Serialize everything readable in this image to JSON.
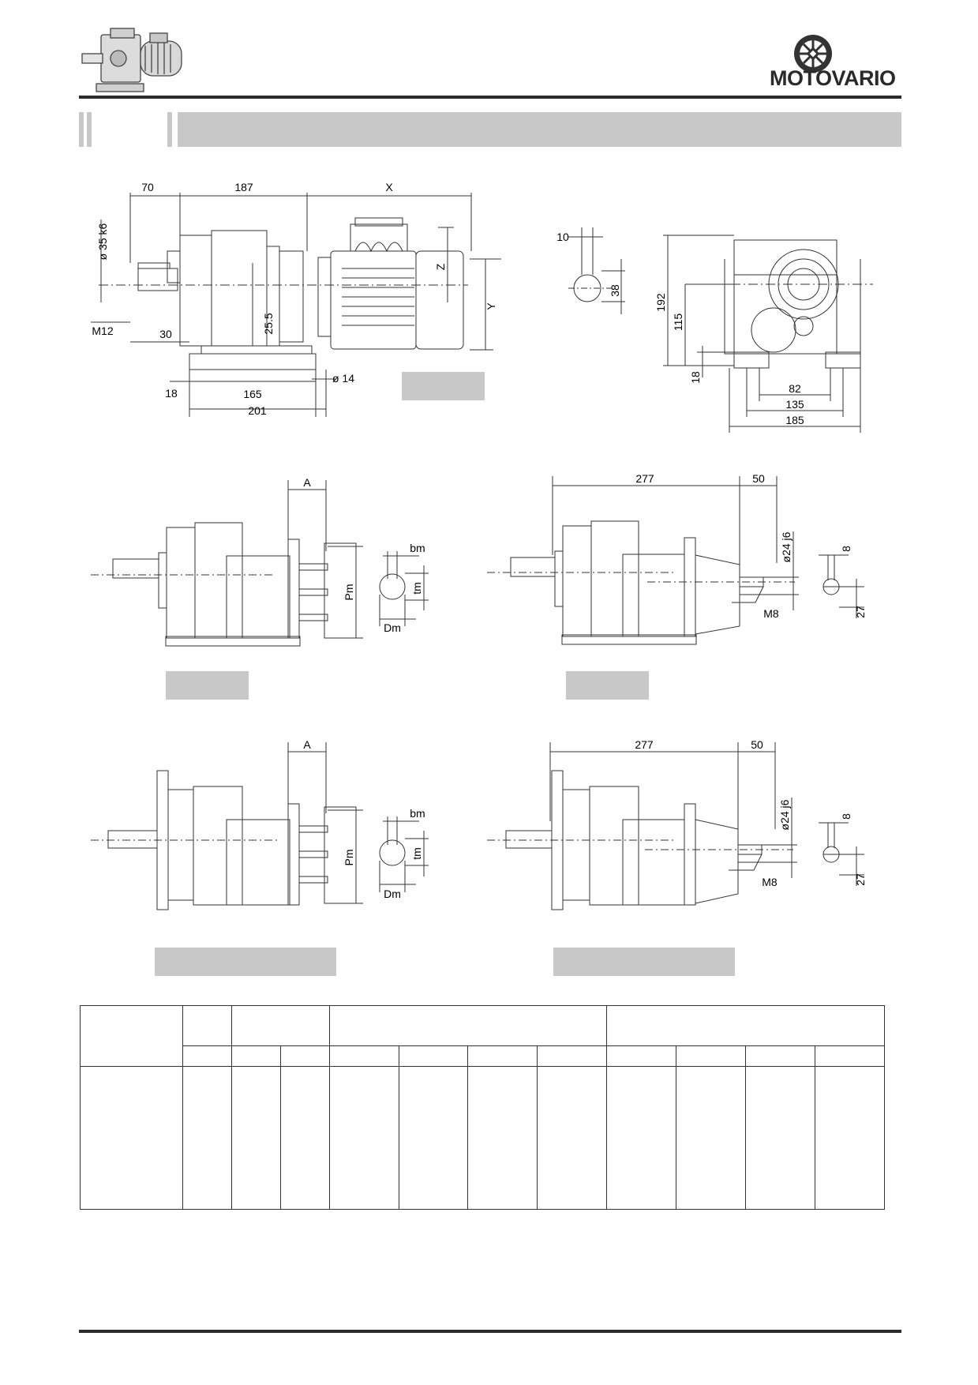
{
  "brand": {
    "name": "MOTOVARIO"
  },
  "drawing1": {
    "dims": {
      "d70": "70",
      "d187": "187",
      "dX": "X",
      "dZ": "Z",
      "dY": "Y",
      "d35k6": "ø 35 k6",
      "dM12": "M12",
      "d30": "30",
      "d25_5": "25.5",
      "d14": "ø 14",
      "d18": "18",
      "d165": "165",
      "d201": "201"
    }
  },
  "drawing2": {
    "dims": {
      "d10": "10",
      "d38": "38",
      "d192": "192",
      "d115": "115",
      "d18": "18",
      "d82": "82",
      "d135": "135",
      "d185": "185"
    }
  },
  "drawing3": {
    "dims": {
      "dA": "A",
      "dbm": "bm",
      "dPm": "Pm",
      "dtm": "tm",
      "dDm": "Dm"
    }
  },
  "drawing4": {
    "dims": {
      "d277": "277",
      "d50": "50",
      "d24j6": "ø24 j6",
      "d8": "8",
      "dM8": "M8",
      "d27": "27"
    }
  },
  "drawing5": {
    "dims": {
      "dA": "A",
      "dbm": "bm",
      "dPm": "Pm",
      "dtm": "tm",
      "dDm": "Dm"
    }
  },
  "drawing6": {
    "dims": {
      "d277": "277",
      "d50": "50",
      "d24j6": "ø24 j6",
      "d8": "8",
      "dM8": "M8",
      "d27": "27"
    }
  },
  "colors": {
    "band": "#c8c8c8",
    "rule": "#2b2b2b",
    "line": "#333333"
  }
}
